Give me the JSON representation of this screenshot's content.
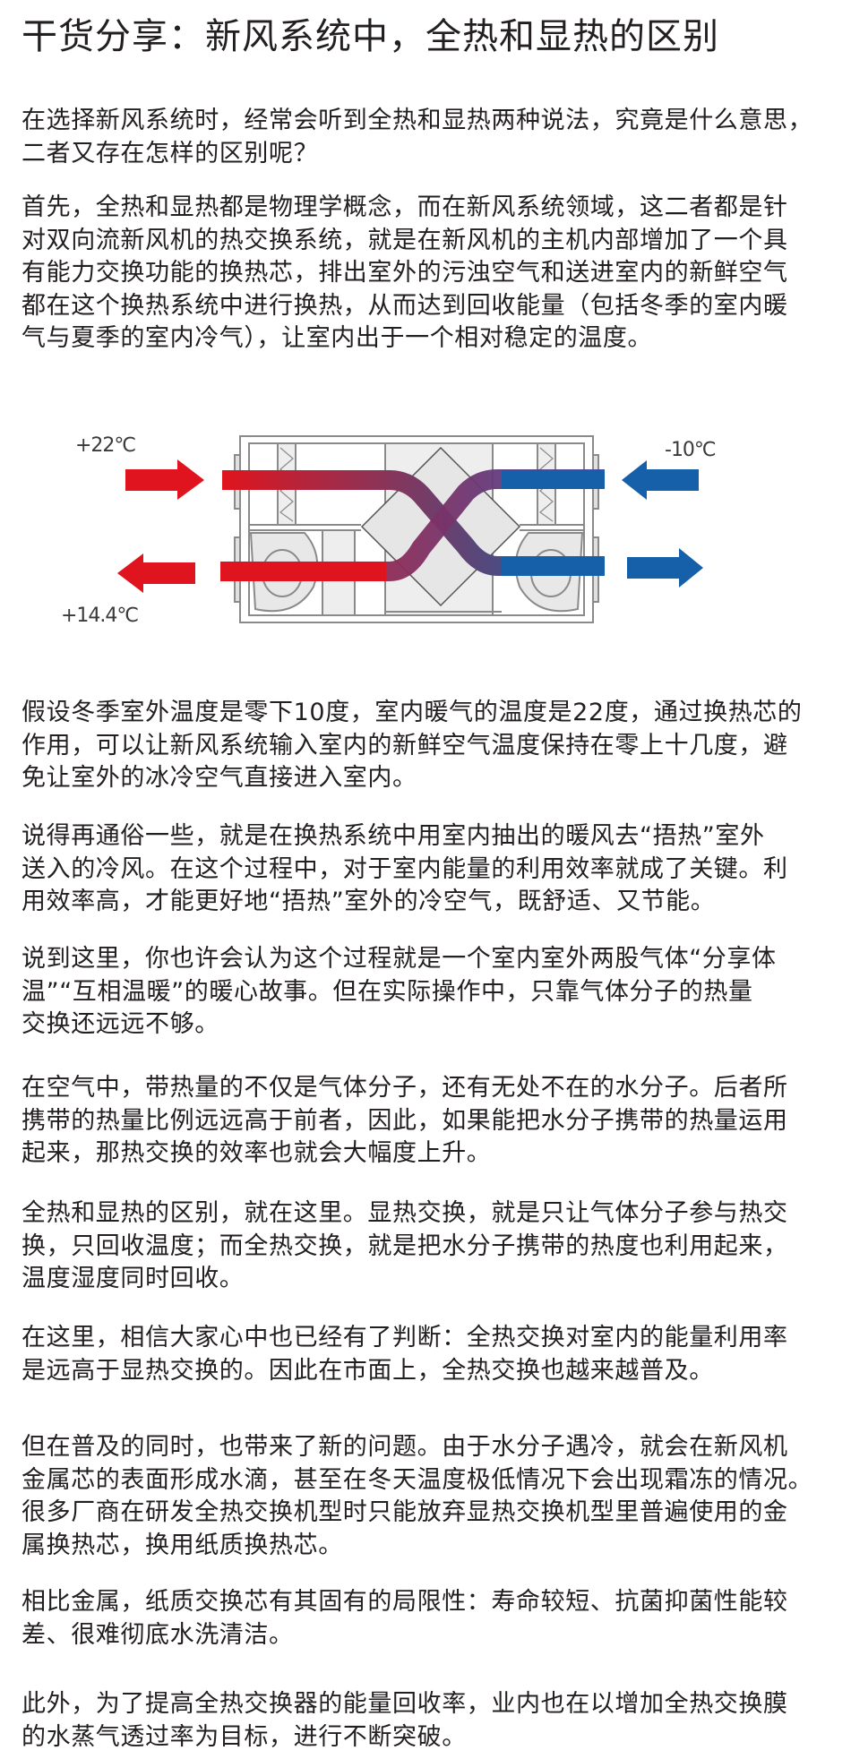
{
  "article": {
    "title": "干货分享：新风系统中，全热和显热的区别",
    "paragraphs": [
      {
        "lines": [
          "在选择新风系统时，经常会听到全热和显热两种说法，究竟是什么意思，",
          "二者又存在怎样的区别呢？"
        ]
      },
      {
        "lines": [
          "首先，全热和显热都是物理学概念，而在新风系统领域，这二者都是针",
          "对双向流新风机的热交换系统，就是在新风机的主机内部增加了一个具",
          "有能力交换功能的换热芯，排出室外的污浊空气和送进室内的新鲜空气",
          "都在这个换热系统中进行换热，从而达到回收能量（包括冬季的室内暖",
          "气与夏季的室内冷气），让室内出于一个相对稳定的温度。"
        ]
      },
      {
        "lines": [
          "假设冬季室外温度是零下10度，室内暖气的温度是22度，通过换热芯的",
          "作用，可以让新风系统输入室内的新鲜空气温度保持在零上十几度，避",
          "免让室外的冰冷空气直接进入室内。"
        ]
      },
      {
        "lines": [
          "说得再通俗一些，就是在换热系统中用室内抽出的暖风去“捂热”室外",
          "送入的冷风。在这个过程中，对于室内能量的利用效率就成了关键。利",
          "用效率高，才能更好地“捂热”室外的冷空气，既舒适、又节能。"
        ]
      },
      {
        "lines": [
          "说到这里，你也许会认为这个过程就是一个室内室外两股气体“分享体",
          "温”“互相温暖”的暖心故事。但在实际操作中，只靠气体分子的热量",
          "交换还远远不够。"
        ]
      },
      {
        "lines": [
          "在空气中，带热量的不仅是气体分子，还有无处不在的水分子。后者所",
          "携带的热量比例远远高于前者，因此，如果能把水分子携带的热量运用",
          "起来，那热交换的效率也就会大幅度上升。"
        ]
      },
      {
        "lines": [
          "全热和显热的区别，就在这里。显热交换，就是只让气体分子参与热交",
          "换，只回收温度；而全热交换，就是把水分子携带的热度也利用起来，",
          "温度湿度同时回收。"
        ]
      },
      {
        "lines": [
          "在这里，相信大家心中也已经有了判断：全热交换对室内的能量利用率",
          "是远高于显热交换的。因此在市面上，全热交换也越来越普及。"
        ]
      },
      {
        "lines": [
          "但在普及的同时，也带来了新的问题。由于水分子遇冷，就会在新风机",
          "金属芯的表面形成水滴，甚至在冬天温度极低情况下会出现霜冻的情况。",
          "很多厂商在研发全热交换机型时只能放弃显热交换机型里普遍使用的金",
          "属换热芯，换用纸质换热芯。"
        ]
      },
      {
        "lines": [
          "相比金属，纸质交换芯有其固有的局限性：寿命较短、抗菌抑菌性能较",
          "差、很难彻底水洗清洁。"
        ]
      },
      {
        "lines": [
          "此外，为了提高全热交换器的能量回收率，业内也在以增加全热交换膜",
          "的水蒸气透过率为目标，进行不断突破。"
        ]
      }
    ]
  },
  "diagram": {
    "labels": {
      "indoor_exhaust_in": "+22℃",
      "outdoor_fresh_in": "-10℃",
      "exhaust_out": "+14.4℃"
    },
    "colors": {
      "warm": "#e0141e",
      "cool": "#1560a8",
      "casing_stroke": "#8a8a8a",
      "core_fill": "#e6e6e6"
    }
  }
}
